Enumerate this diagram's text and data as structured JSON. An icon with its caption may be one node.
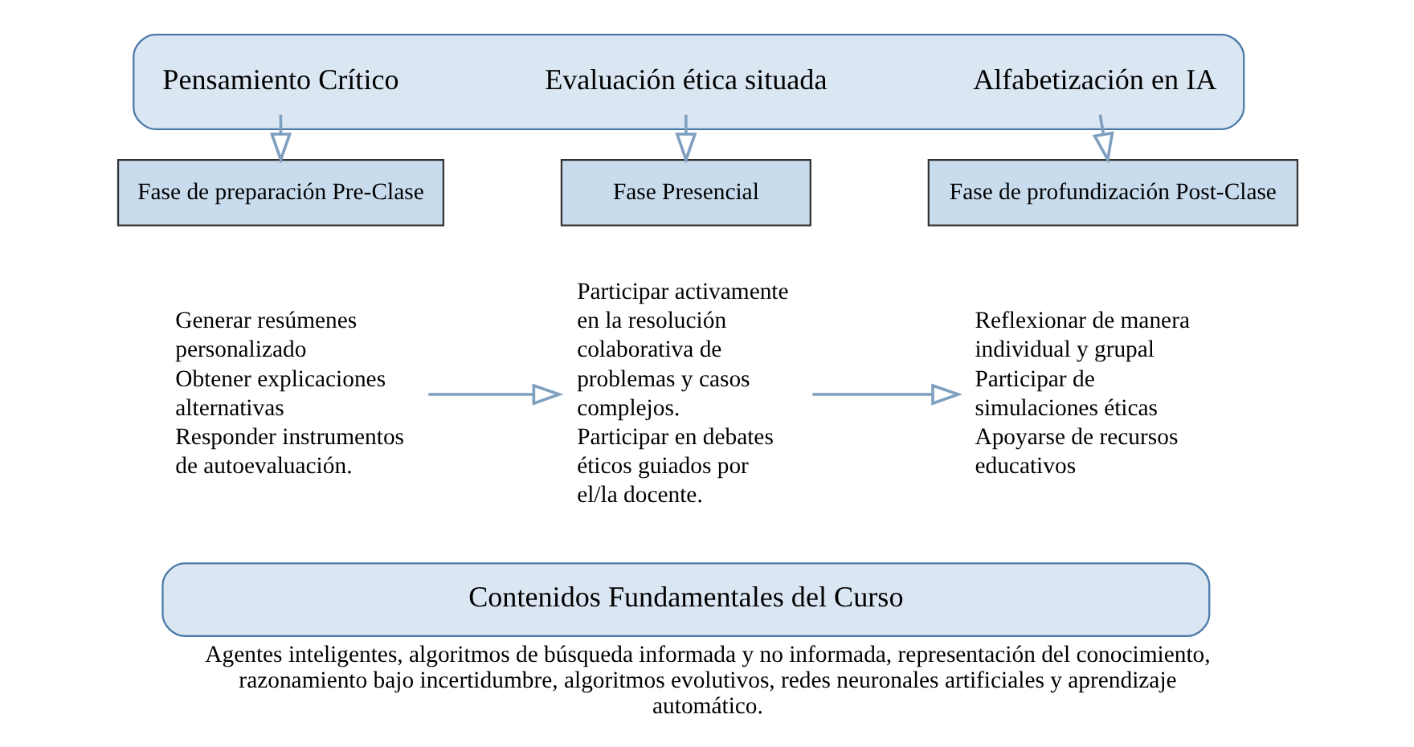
{
  "diagram": {
    "caption": "Agentes inteligentes, algoritmos de búsqueda informada y no informada, representación del conocimiento, razonamiento bajo incertidumbre, algoritmos evolutivos, redes neuronales artificiales y aprendizaje automático.",
    "nodes": [
      {
        "text": [],
        "shape": "box"
      },
      {
        "text": [
          "Pensamiento Crítico"
        ],
        "in": 0
      },
      {
        "text": [
          "Evaluación ética situada"
        ],
        "in": 0
      },
      {
        "text": [
          "Alfabetización en IA"
        ],
        "in": 0
      },
      {
        "text": [
          "Fase de preparación Pre-Clase"
        ]
      },
      {
        "text": [
          "Fase Presencial"
        ]
      },
      {
        "text": [
          "Fase de profundización Post-Clase"
        ]
      },
      {
        "text": [
          "Generar resúmenes personalizado",
          "Obtener explicaciones alternativas",
          "Responder instrumentos de autoevaluación."
        ]
      },
      {
        "text": [
          "Participar activamente en la resolución colaborativa de problemas y casos complejos.",
          "Participar en debates éticos guiados por el/la docente."
        ]
      },
      {
        "text": [
          "Reflexionar de manera individual y grupal",
          "Participar de simulaciones éticas",
          "Apoyarse de recursos educativos"
        ]
      },
      {
        "text": [
          "Contenidos Fundamentales del Curso"
        ]
      }
    ],
    "edges": [
      {
        "from": 1,
        "to": 4,
        "arrow": "to"
      },
      {
        "from": 2,
        "to": 5,
        "arrow": "to"
      },
      {
        "from": 3,
        "to": 6,
        "arrow": "to"
      },
      {
        "from": 7,
        "to": 8,
        "arrow": "to"
      },
      {
        "from": 8,
        "to": 9,
        "arrow": "to"
      }
    ]
  }
}
